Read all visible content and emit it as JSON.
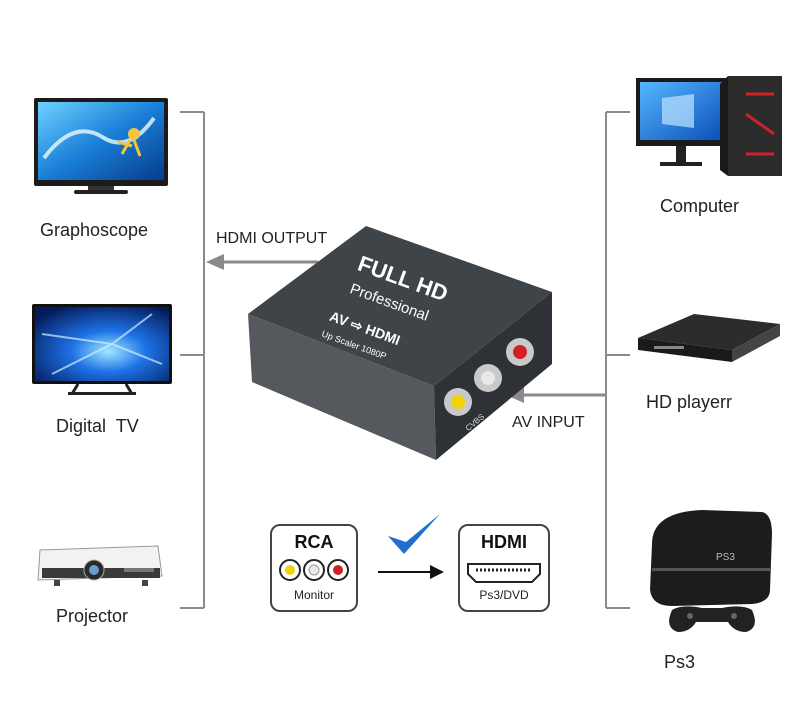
{
  "left_devices": {
    "graphoscope": "Graphoscope",
    "digital_tv": "Digital  TV",
    "projector": "Projector"
  },
  "right_devices": {
    "computer": "Computer",
    "hd_player": "HD playerr",
    "ps3": "Ps3"
  },
  "arrows": {
    "hdmi_output": "HDMI OUTPUT",
    "av_input": "AV INPUT"
  },
  "converter": {
    "brand_line1": "FULL HD",
    "brand_line2": "Professional",
    "mode": "AV ⇨ HDMI",
    "sub": "Up Scaler 1080P",
    "port_label": "CVBS"
  },
  "rca_badge": {
    "title": "RCA",
    "subtitle": "Monitor"
  },
  "hdmi_badge": {
    "title": "HDMI",
    "subtitle": "Ps3/DVD"
  },
  "colors": {
    "bracket": "#8a8a8a",
    "check": "#1e6fd0",
    "device_body": "#3a3f44",
    "rca_yellow": "#f2d20a",
    "rca_white": "#e8e8e8",
    "rca_red": "#d0202a"
  }
}
